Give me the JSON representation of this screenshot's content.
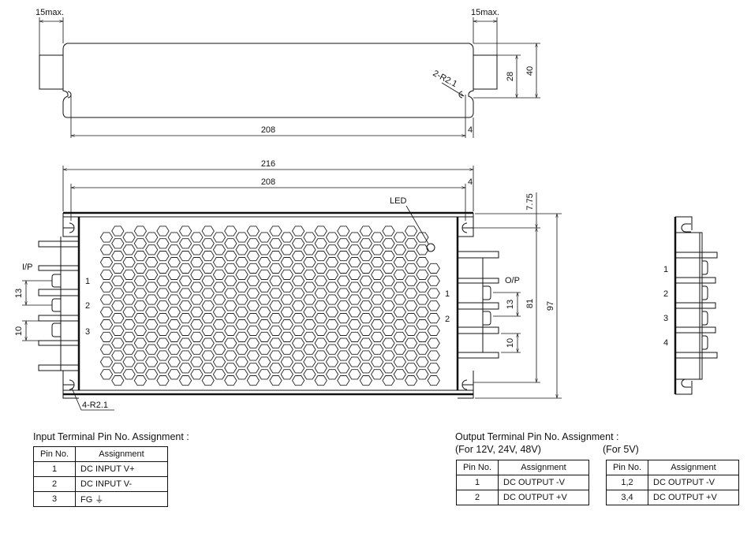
{
  "top_view": {
    "term_left_label": "15max.",
    "term_right_label": "15max.",
    "dim_28": "28",
    "dim_40": "40",
    "dim_208": "208",
    "dim_4": "4",
    "hole_label": "2-R2.1"
  },
  "front_view": {
    "dim_216": "216",
    "dim_208": "208",
    "dim_4": "4",
    "dim_775": "7.75",
    "dim_81": "81",
    "dim_97": "97",
    "led_label": "LED",
    "ip_label": "I/P",
    "op_label": "O/P",
    "input_pins": [
      "1",
      "2",
      "3"
    ],
    "output_pins": [
      "1",
      "2"
    ],
    "pitch_13_left": "13",
    "pitch_10_left": "10",
    "pitch_13_right": "13",
    "pitch_10_right": "10",
    "hole_label": "4-R2.1"
  },
  "side_view": {
    "pins": [
      "1",
      "2",
      "3",
      "4"
    ]
  },
  "input_table": {
    "title": "Input Terminal Pin No.  Assignment :",
    "headers": [
      "Pin No.",
      "Assignment"
    ],
    "rows": [
      {
        "pin": "1",
        "assignment": "DC INPUT V+"
      },
      {
        "pin": "2",
        "assignment": "DC INPUT V-"
      },
      {
        "pin": "3",
        "assignment": "FG ⏚"
      }
    ]
  },
  "output_table": {
    "title": "Output Terminal Pin No.  Assignment :",
    "variant_a": {
      "label": "(For 12V, 24V, 48V)",
      "headers": [
        "Pin No.",
        "Assignment"
      ],
      "rows": [
        {
          "pin": "1",
          "assignment": "DC OUTPUT -V"
        },
        {
          "pin": "2",
          "assignment": "DC OUTPUT +V"
        }
      ]
    },
    "variant_b": {
      "label": "(For 5V)",
      "headers": [
        "Pin No.",
        "Assignment"
      ],
      "rows": [
        {
          "pin": "1,2",
          "assignment": "DC OUTPUT -V"
        },
        {
          "pin": "3,4",
          "assignment": "DC OUTPUT +V"
        }
      ]
    }
  }
}
